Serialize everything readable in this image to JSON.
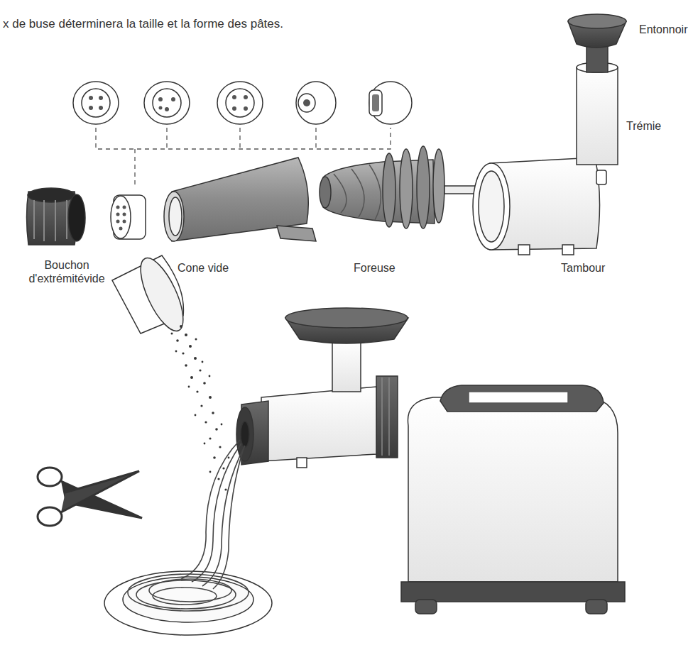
{
  "diagram": {
    "labels": [
      "x de buse déterminera la taille et la forme des pâtes.",
      "Entonnoir",
      "Trémie",
      "Bouchon d'extrémitévide",
      "Cone vide",
      "Foreuse",
      "Tambour"
    ]
  }
}
